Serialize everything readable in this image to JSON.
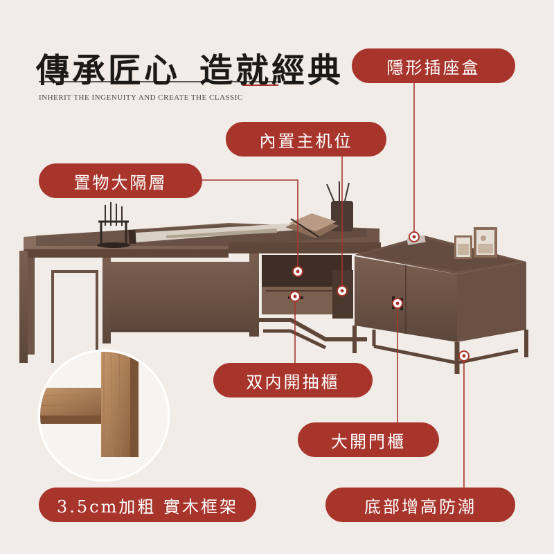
{
  "header": {
    "title_left": "傳承匠心",
    "title_right": "造就經典",
    "subtitle": "INHERIT THE INGENUITY AND CREATE THE CLASSIC"
  },
  "callouts": {
    "socket_box": "隱形插座盒",
    "host_position": "內置主机位",
    "storage_shelf": "置物大隔層",
    "double_drawer": "双内開抽櫃",
    "large_door_cabinet": "大開門櫃",
    "solid_wood_frame": "3.5cm加粗 實木框架",
    "raised_base": "底部增高防潮"
  },
  "colors": {
    "background": "#f1ece8",
    "accent": "#a8352c",
    "wood": "#6e5547",
    "text": "#1c1a19"
  }
}
